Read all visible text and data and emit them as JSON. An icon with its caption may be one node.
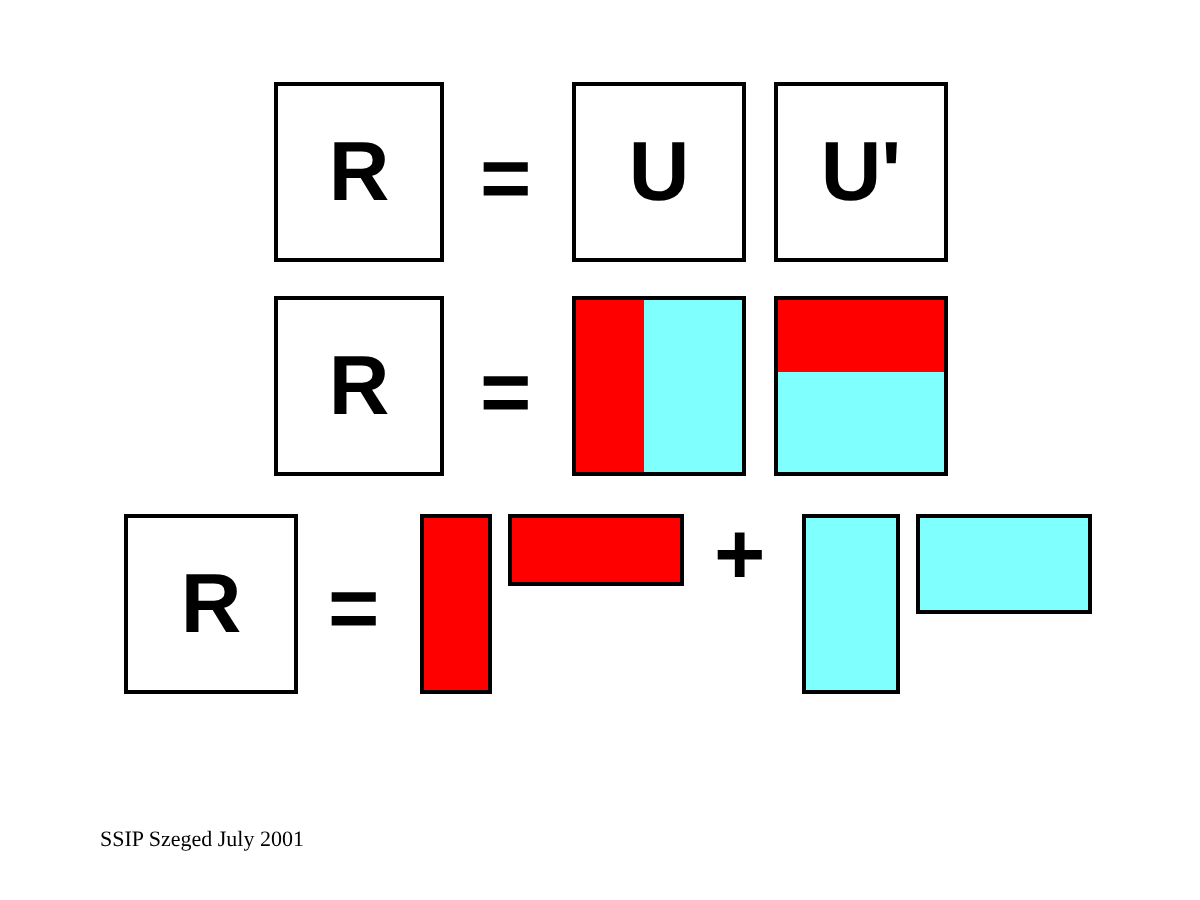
{
  "diagram": {
    "nodes": [
      {
        "text": [
          "R"
        ]
      },
      {
        "text": [
          "U"
        ]
      },
      {
        "text": [
          "U'"
        ]
      },
      {
        "text": [
          "R"
        ]
      },
      {
        "text": [],
        "shape": "box"
      },
      {
        "text": [],
        "shape": "bar",
        "in": 4
      },
      {
        "text": [],
        "shape": "bar",
        "in": 4
      },
      {
        "text": [],
        "shape": "box"
      },
      {
        "text": [],
        "shape": "bar",
        "in": 7
      },
      {
        "text": [],
        "shape": "bar",
        "in": 7
      },
      {
        "text": [
          "R"
        ]
      },
      {
        "text": [],
        "shape": "box"
      },
      {
        "text": [],
        "shape": "box"
      },
      {
        "text": [],
        "shape": "box"
      },
      {
        "text": [],
        "shape": "box"
      }
    ],
    "labels": [
      "=",
      "=",
      "=",
      "+",
      "SSIP Szeged July 2001"
    ]
  }
}
